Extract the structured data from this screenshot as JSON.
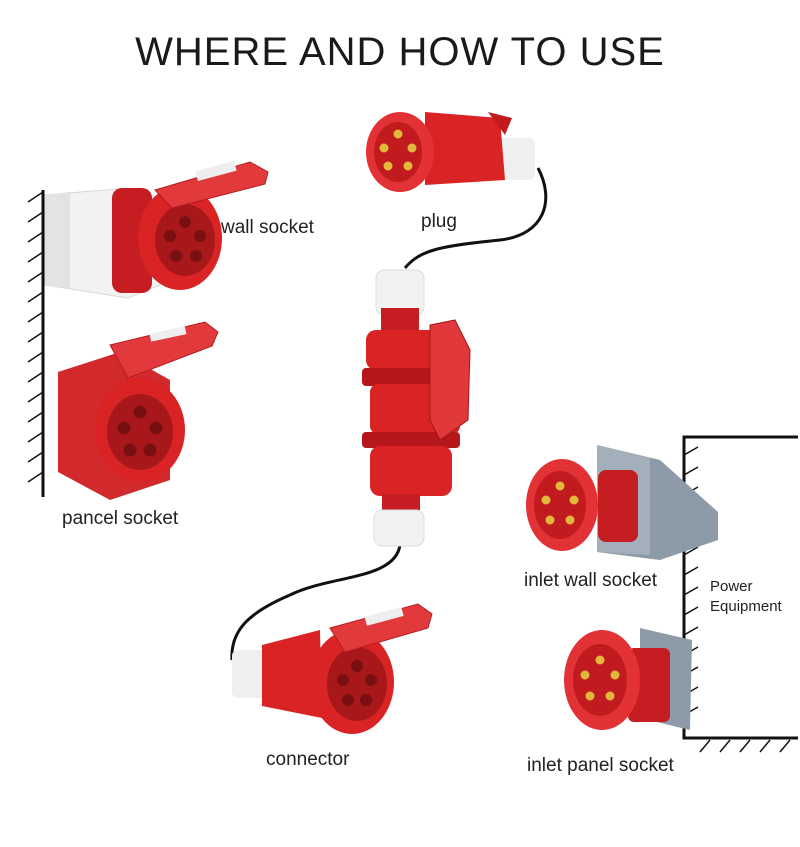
{
  "title": "WHERE AND HOW TO USE",
  "labels": {
    "wall_socket": "wall socket",
    "plug": "plug",
    "pancel_socket": "pancel socket",
    "connector": "connector",
    "inlet_wall_socket": "inlet wall socket",
    "inlet_panel_socket": "inlet panel socket",
    "power_line1": "Power",
    "power_line2": "Equipment"
  },
  "colors": {
    "red": "#d92325",
    "red_dark": "#a5161a",
    "red_light": "#ee4a4a",
    "white_body": "#f0f0f0",
    "grey_body": "#8d9ba8",
    "wall": "#111111"
  },
  "icons": [
    "wall-socket-icon",
    "plug-icon",
    "panel-socket-icon",
    "coupler-icon",
    "connector-icon",
    "inlet-wall-socket-icon",
    "inlet-panel-socket-icon"
  ]
}
